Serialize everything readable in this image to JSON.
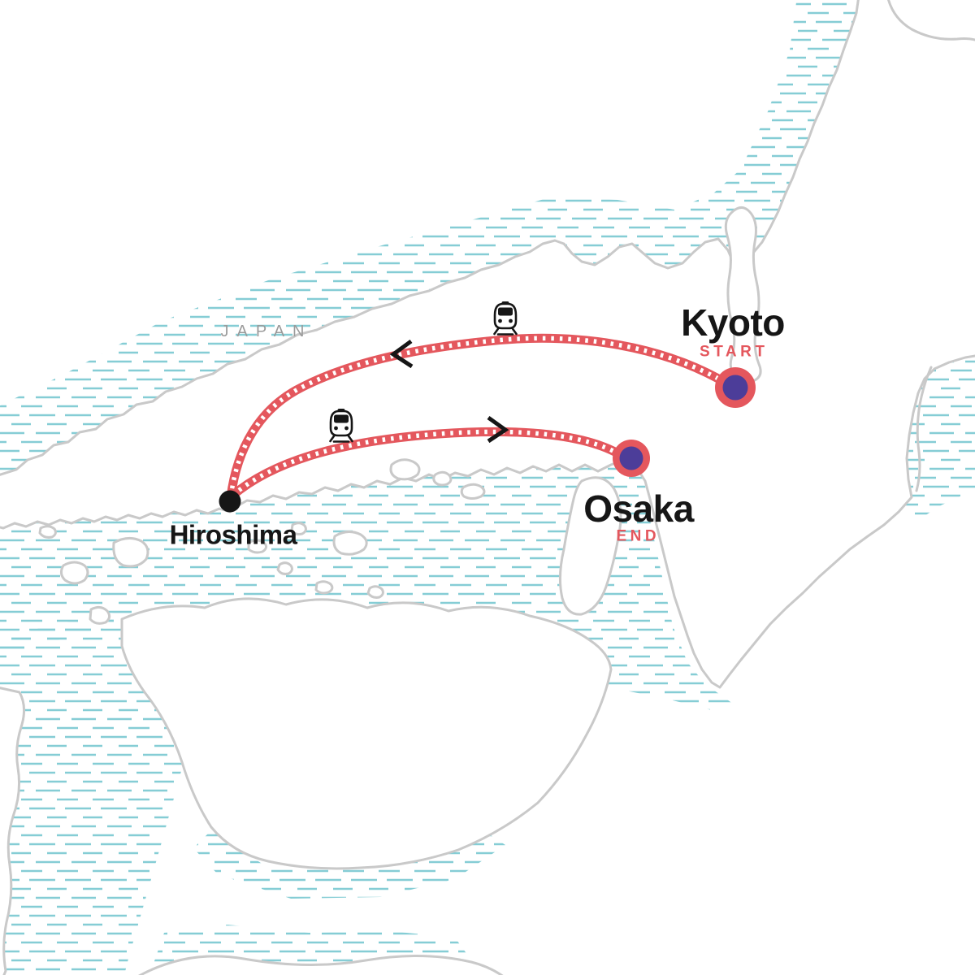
{
  "region_label": "JAPAN",
  "stops": [
    {
      "city": "Kyoto",
      "tag": "START"
    },
    {
      "city": "Hiroshima",
      "tag": ""
    },
    {
      "city": "Osaka",
      "tag": "END"
    }
  ],
  "legs": [
    {
      "from": "Kyoto",
      "to": "Hiroshima",
      "mode": "train",
      "icon": "train-icon",
      "arrow": "west"
    },
    {
      "from": "Hiroshima",
      "to": "Osaka",
      "mode": "train",
      "icon": "train-icon",
      "arrow": "east"
    }
  ],
  "colors": {
    "route_red": "#E4575D",
    "marker_purple": "#4C3D99",
    "water_teal": "#85CDD5",
    "coast_gray": "#C9C9C9",
    "text_black": "#161616",
    "region_gray": "#9B9B9B"
  }
}
